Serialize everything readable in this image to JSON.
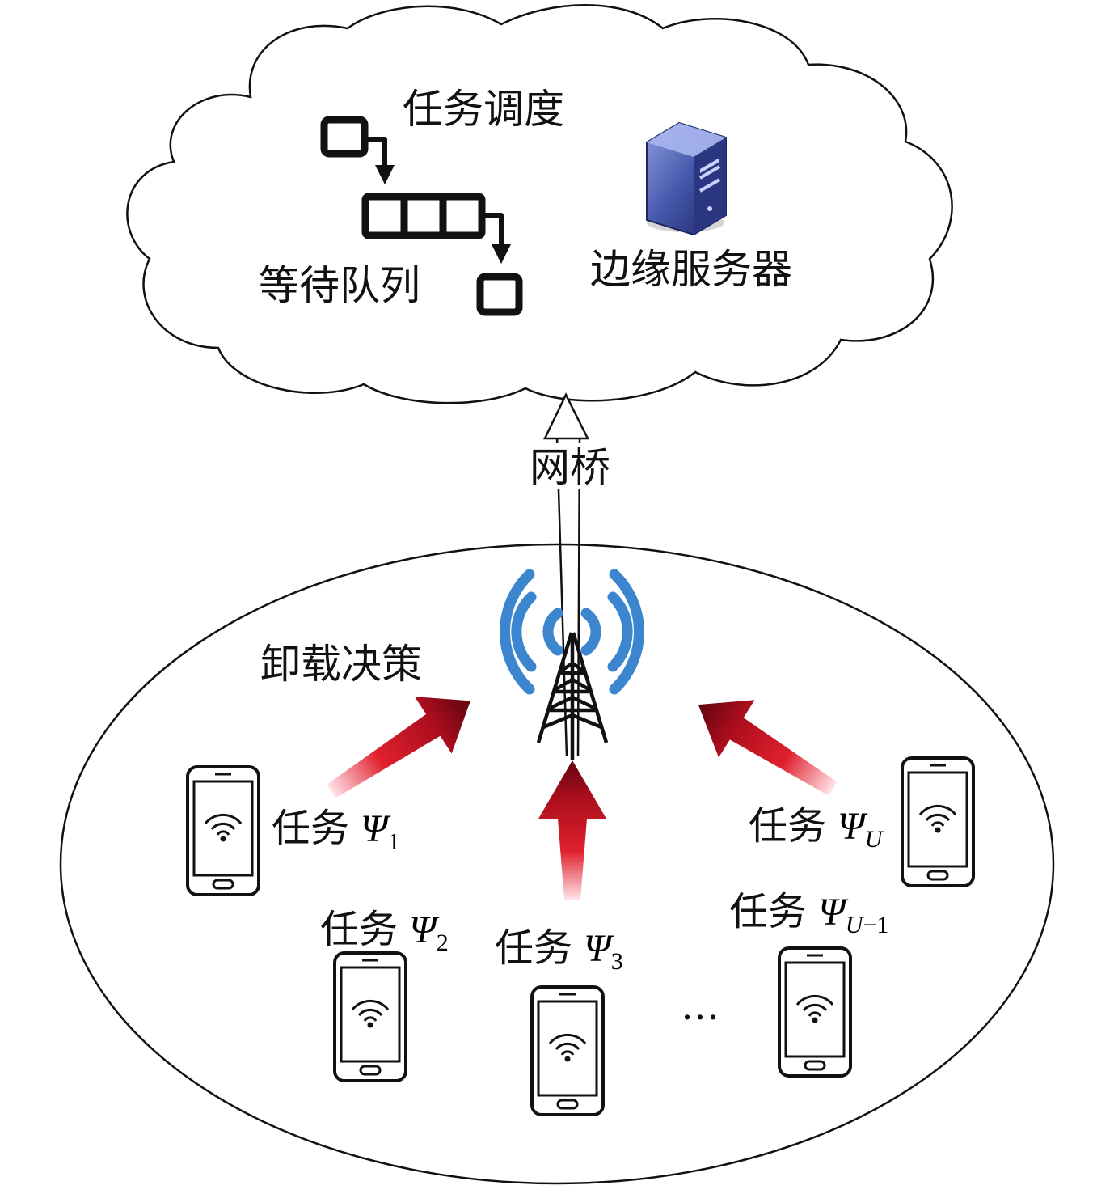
{
  "cloud": {
    "scheduling_label": "任务调度",
    "queue_label": "等待队列",
    "server_label": "边缘服务器"
  },
  "bridge_label": "网桥",
  "offload_label": "卸载决策",
  "tasks": [
    {
      "prefix": "任务",
      "symbol": "Ψ",
      "sub": "1"
    },
    {
      "prefix": "任务",
      "symbol": "Ψ",
      "sub": "2"
    },
    {
      "prefix": "任务",
      "symbol": "Ψ",
      "sub": "3"
    },
    {
      "prefix": "任务",
      "symbol": "Ψ",
      "sub": "U−1",
      "sub_var": "U",
      "sub_rest": "−1"
    },
    {
      "prefix": "任务",
      "symbol": "Ψ",
      "sub": "U"
    }
  ],
  "ellipsis": "…",
  "colors": {
    "signal_blue": "#3c86d0",
    "arrow_red": "#c8102e",
    "server_blue": "#3a4fa0",
    "outline": "#111111"
  }
}
